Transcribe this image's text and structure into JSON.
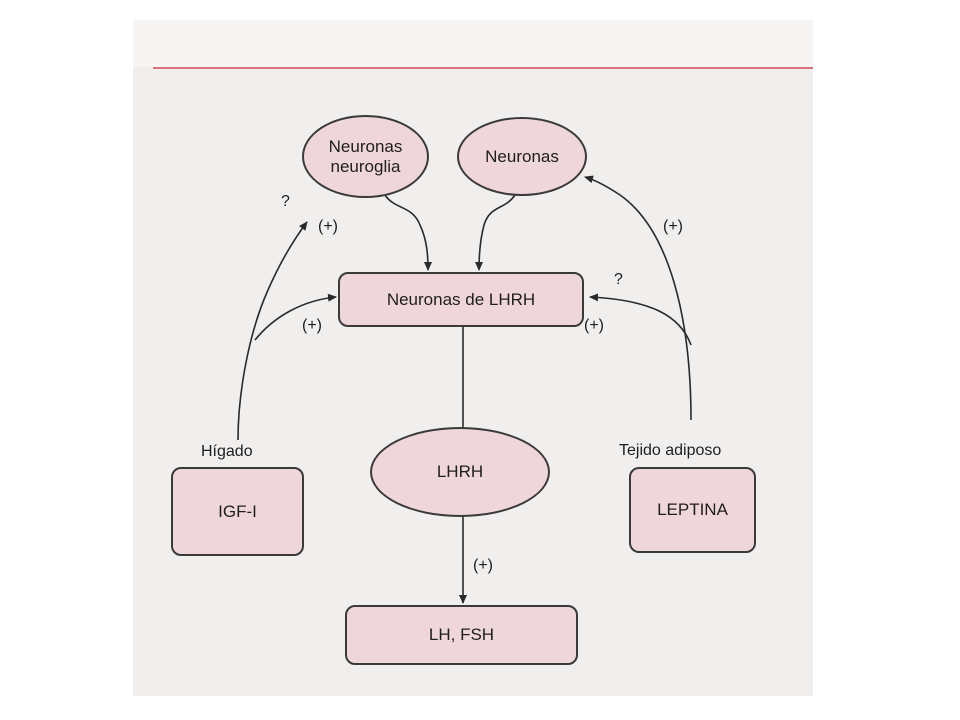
{
  "diagram": {
    "nodes": {
      "neuronas_neuroglia": "Neuronas\nneuroglia",
      "neuronas": "Neuronas",
      "neuronas_lhrh": "Neuronas de LHRH",
      "lhrh": "LHRH",
      "lh_fsh": "LH, FSH",
      "igf": "IGF-I",
      "leptina": "LEPTINA"
    },
    "labels": {
      "higado": "Hígado",
      "tejido": "Tejido adiposo",
      "q_left": "?",
      "q_right": "?",
      "plus_igf_neuroglia": "(+)",
      "plus_igf_lhrh": "(+)",
      "plus_leptina_neuronas": "(+)",
      "plus_leptina_lhrh": "(+)",
      "plus_lhrh_lhfsh": "(+)"
    },
    "colors": {
      "node_fill": "#efd6da",
      "stroke": "#3a3a3a",
      "accent_line": "#d9737f"
    }
  }
}
